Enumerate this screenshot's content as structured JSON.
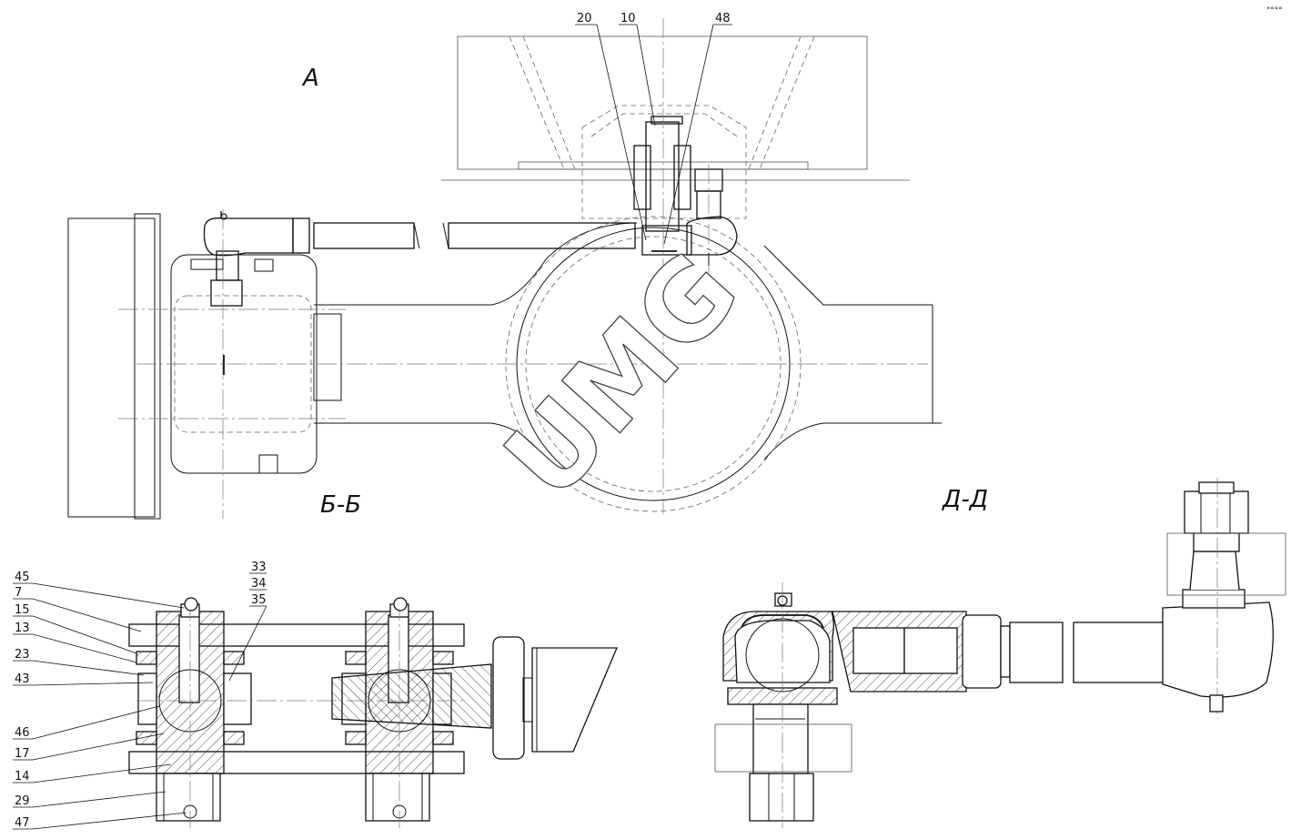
{
  "views": {
    "a": "А",
    "b": "Б-Б",
    "d": "Д-Д"
  },
  "watermark": "UMG",
  "corner_mark": "\"°°°",
  "top_callouts": [
    "20",
    "10",
    "48"
  ],
  "section_callouts_right": [
    "33",
    "34",
    "35"
  ],
  "section_callouts_left": [
    "45",
    "7",
    "15",
    "13",
    "23",
    "43",
    "46",
    "17",
    "14",
    "29",
    "47"
  ]
}
